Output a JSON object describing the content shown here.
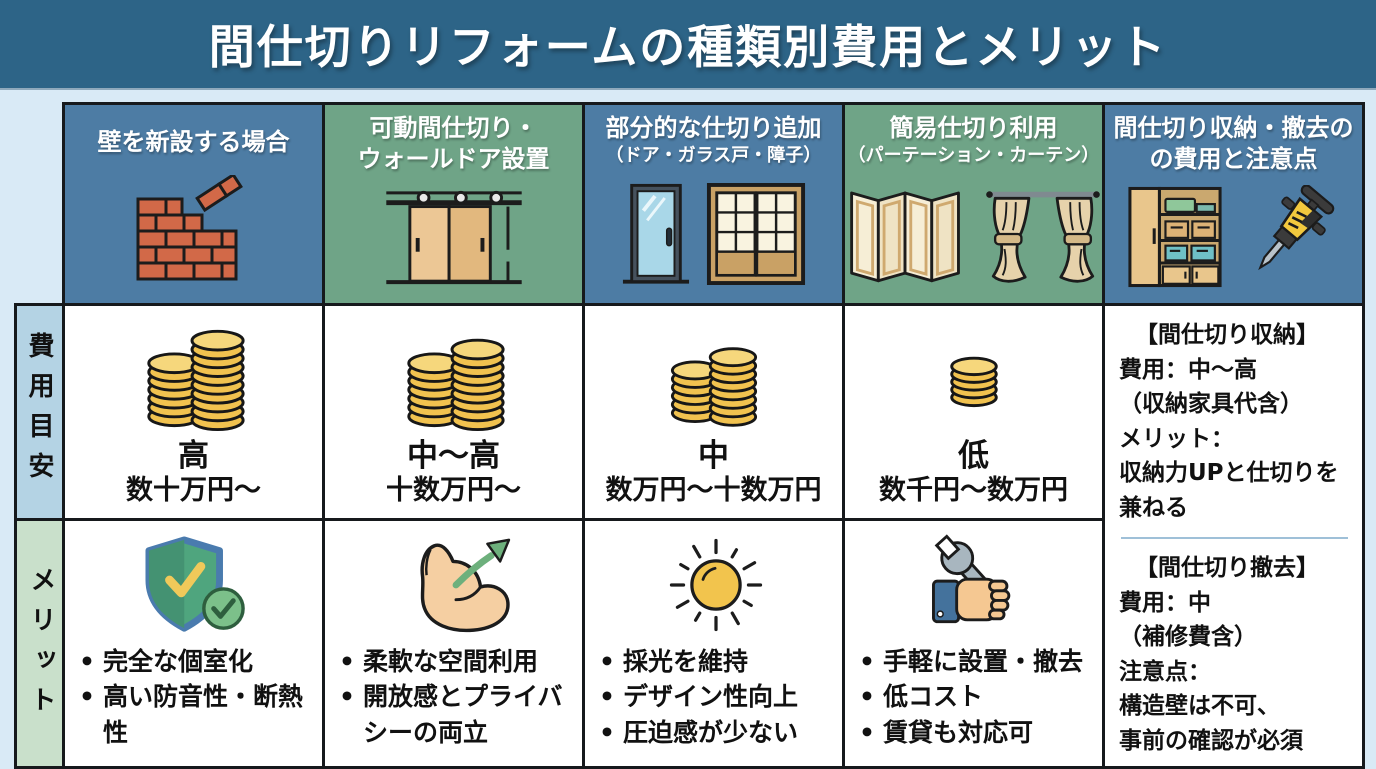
{
  "title": "間仕切りリフォームの種類別費用とメリット",
  "ui": {
    "bullet": "•"
  },
  "row_labels": {
    "cost": "費用目安",
    "merit": "メリット"
  },
  "columns": [
    {
      "header_line1": "壁を新設する場合",
      "header_line2": "",
      "icons": [
        "brick-wall"
      ],
      "cost": {
        "level": "高",
        "range": "数十万円〜"
      },
      "merit_icon": "shield-check",
      "merits": [
        "完全な個室化",
        "高い防音性・断熱性"
      ]
    },
    {
      "header_line1": "可動間仕切り・",
      "header_line2": "ウォールドア設置",
      "icons": [
        "sliding-wall-door"
      ],
      "cost": {
        "level": "中〜高",
        "range": "十数万円〜"
      },
      "merit_icon": "muscle-arm",
      "merits": [
        "柔軟な空間利用",
        "開放感とプライバシーの両立"
      ]
    },
    {
      "header_line1": "部分的な仕切り追加",
      "header_line2": "（ドア・ガラス戸・障子）",
      "icons": [
        "glass-door",
        "shoji-screen"
      ],
      "cost": {
        "level": "中",
        "range": "数万円〜十数万円"
      },
      "merit_icon": "sun",
      "merits": [
        "採光を維持",
        "デザイン性向上",
        "圧迫感が少ない"
      ]
    },
    {
      "header_line1": "簡易仕切り利用",
      "header_line2": "（パーテーション・カーテン）",
      "icons": [
        "folding-partition",
        "curtain"
      ],
      "cost": {
        "level": "低",
        "range": "数千円〜数万円"
      },
      "merit_icon": "hand-wrench",
      "merits": [
        "手軽に設置・撤去",
        "低コスト",
        "賃貸も対応可"
      ]
    },
    {
      "header_line1": "間仕切り収納・撤去の",
      "header_line2": "の費用と注意点",
      "icons": [
        "storage-shelf",
        "jackhammer"
      ],
      "notes": {
        "storage": {
          "heading": "【間仕切り収納】",
          "lines": [
            "費用：中〜高",
            "（収納家具代含）",
            "メリット：",
            "収納力UPと仕切りを兼ねる"
          ]
        },
        "removal": {
          "heading": "【間仕切り撤去】",
          "lines": [
            "費用：中",
            "（補修費含）",
            "注意点：",
            "構造壁は不可、",
            "事前の確認が必須"
          ]
        }
      }
    }
  ],
  "colors": {
    "title_bar": "#2d6487",
    "header_blue": "#4d7ca4",
    "header_green": "#6fa487",
    "row_label_blue": "#b4d3e4",
    "row_label_green": "#c9e0cb",
    "page_background": "#d9eaf6",
    "cell_background": "#ffffff",
    "border": "#16191c",
    "coin_gold": "#f1c24f"
  }
}
